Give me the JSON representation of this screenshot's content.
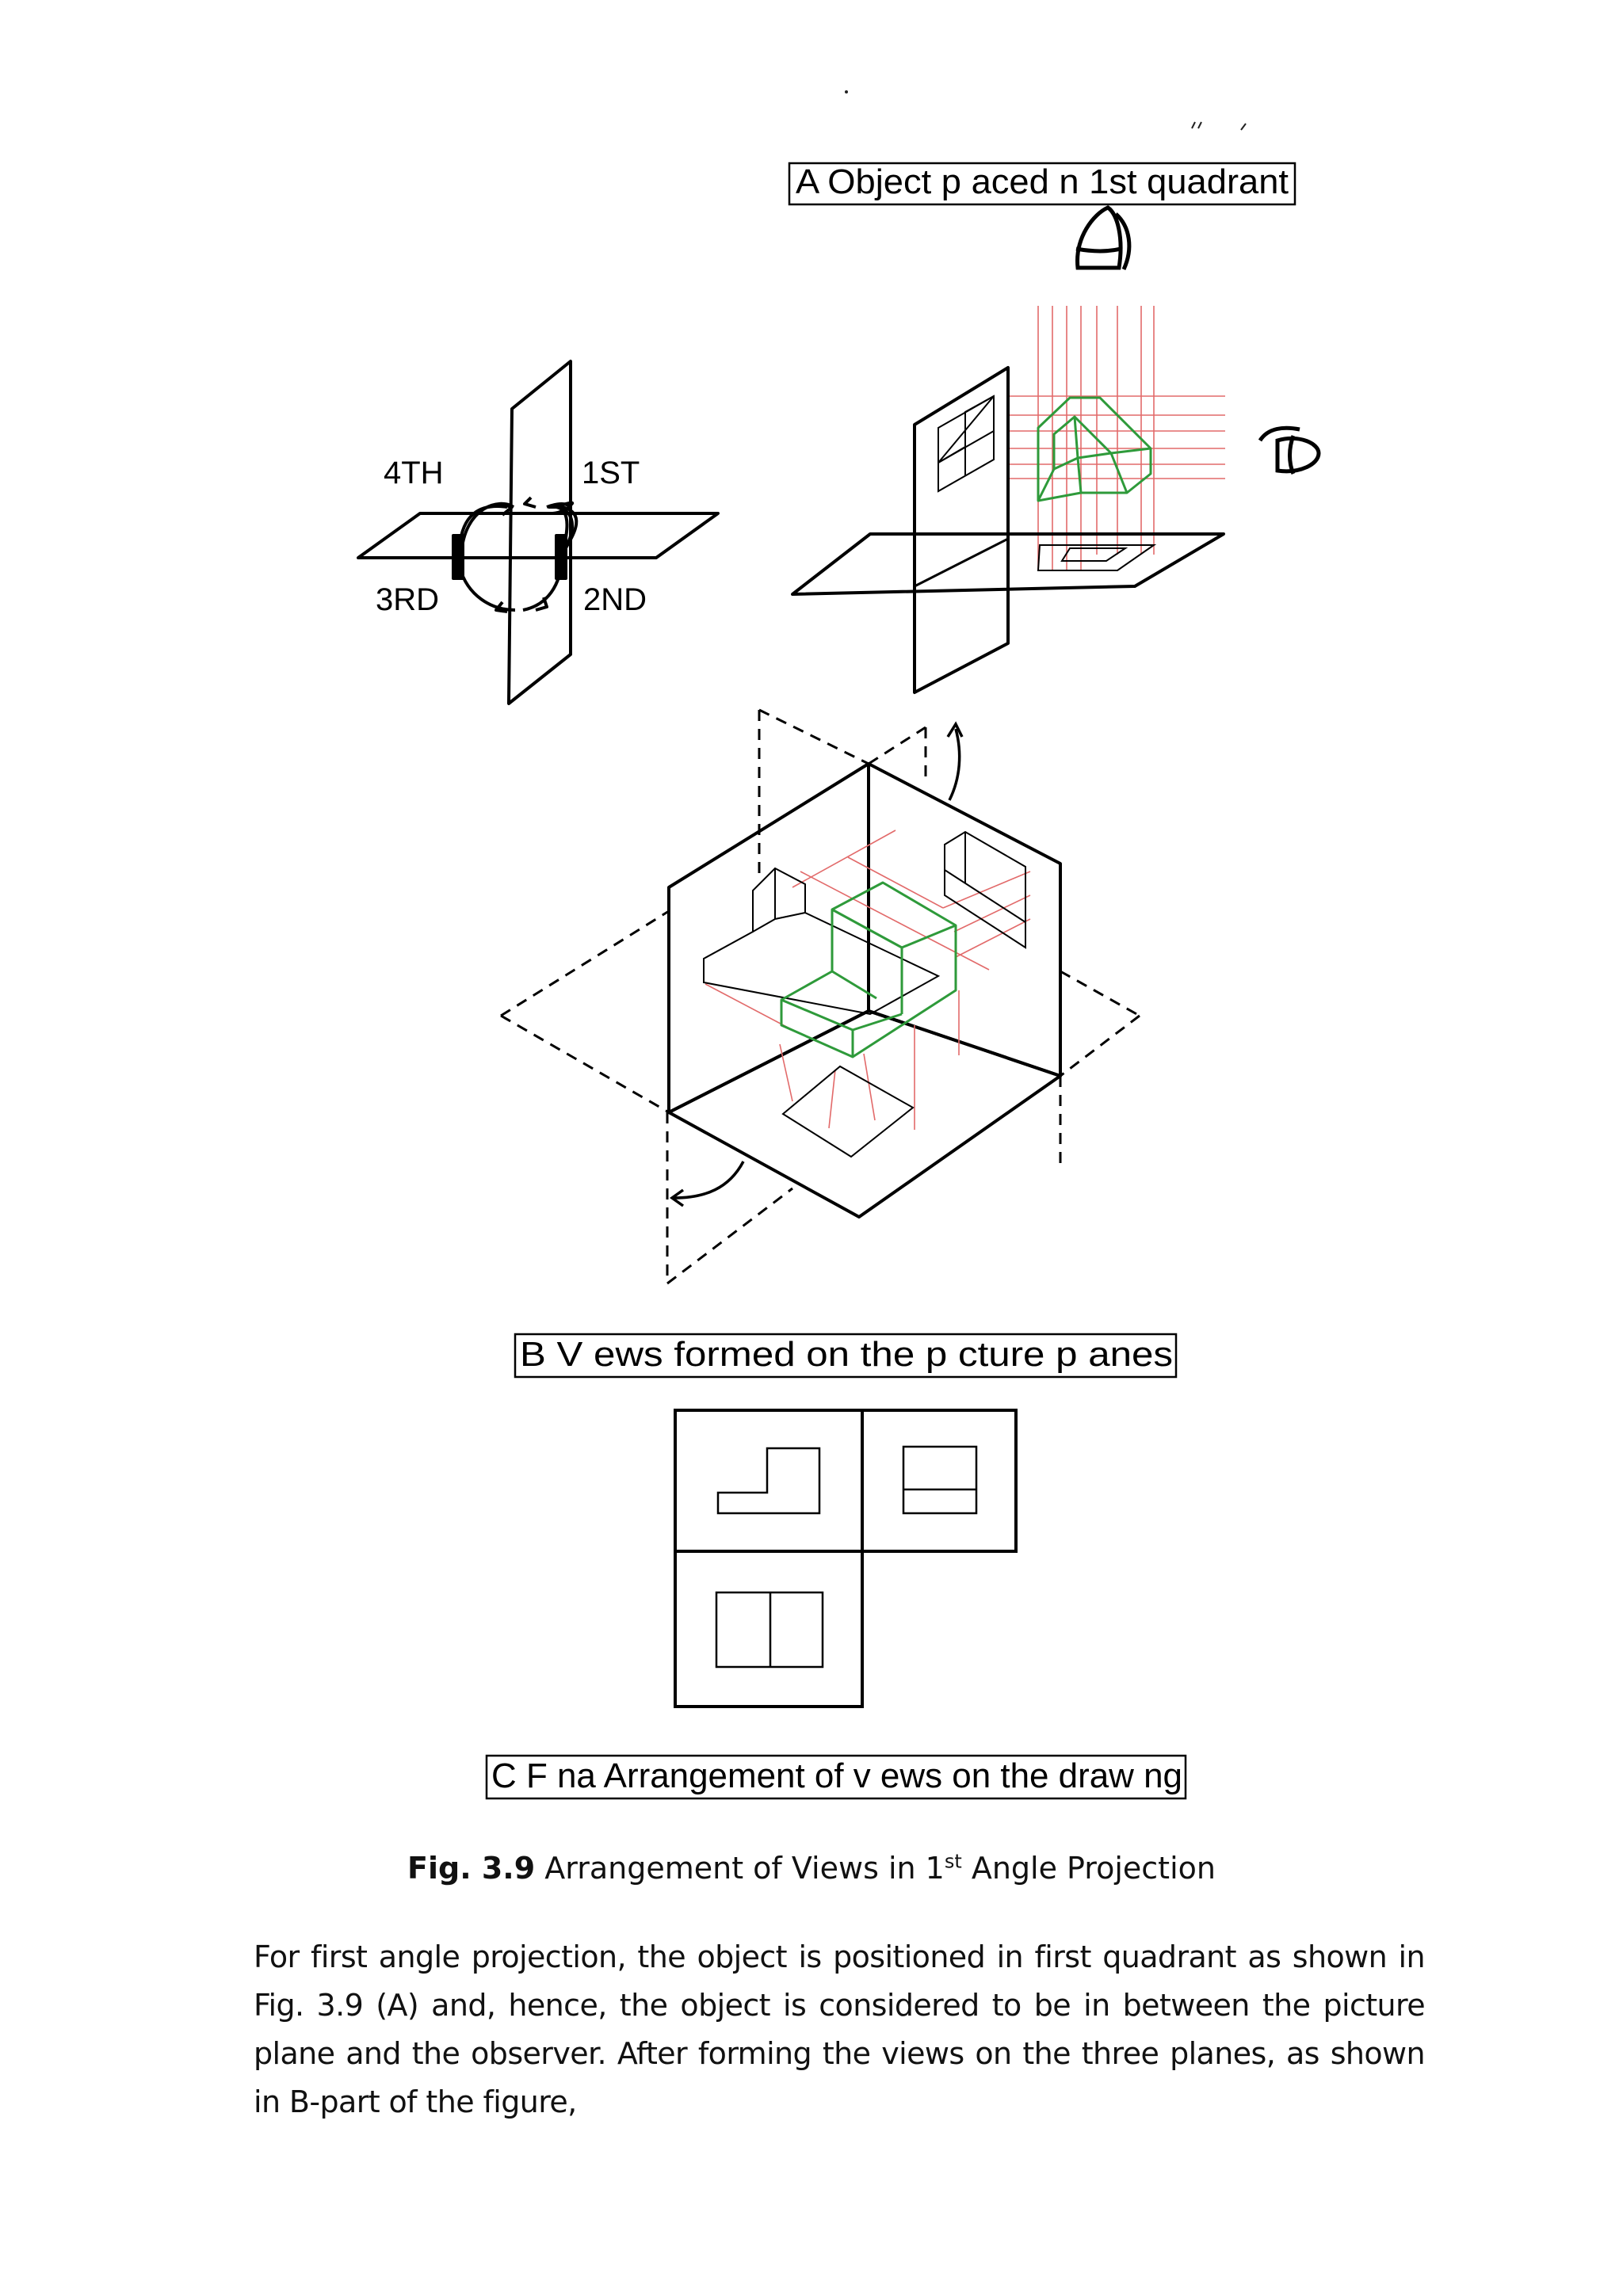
{
  "figure": {
    "quadrant_labels": {
      "first": "1ST",
      "second": "2ND",
      "third": "3RD",
      "fourth": "4TH"
    },
    "part_a_label": "A   Object p aced  n 1st quadrant",
    "part_b_label": "B   V ews formed on the p cture p anes",
    "part_c_label": "C   F na  Arrangement of v ews on the draw ng",
    "colors": {
      "object": "#2e9a3a",
      "projector": "#e26a6a",
      "line": "#000000"
    },
    "icons": [
      "eye-icon-top",
      "eye-icon-front",
      "curved-arrow-icon"
    ]
  },
  "caption": {
    "fig_number": "Fig. 3.9",
    "text_before": "Arrangement of Views in 1",
    "superscript": "st",
    "text_after": " Angle Projection"
  },
  "body_text": "For first angle projection, the object is positioned in first quadrant as shown in Fig. 3.9 (A) and, hence, the object is considered to be in between the picture plane and the observer. After forming the views on the three planes, as shown in B-part of the figure,"
}
